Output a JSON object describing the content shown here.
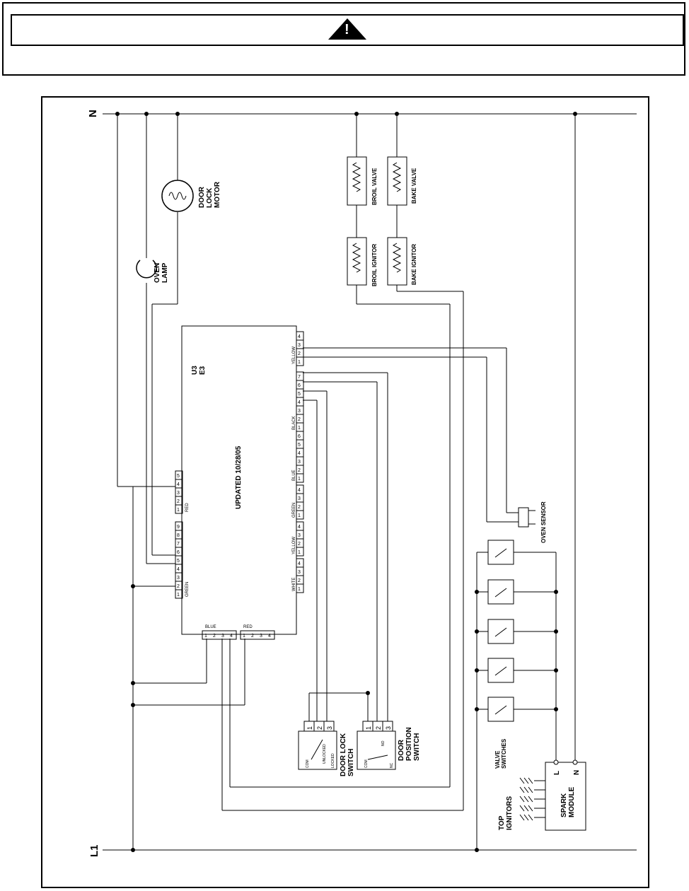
{
  "warning": {
    "symbol": "!"
  },
  "diagram": {
    "rails": {
      "neutral": "N",
      "line": "L1"
    },
    "components": {
      "oven_lamp": "OVEN\nLAMP",
      "door_lock_motor": "DOOR\nLOCK\nMOTOR",
      "broil_valve": "BROIL VALVE",
      "bake_valve": "BAKE VALVE",
      "broil_ignitor": "BROIL IGNITOR",
      "bake_ignitor": "BAKE IGNITOR",
      "oven_sensor": "OVEN SENSOR",
      "door_lock_switch": "DOOR LOCK\nSWITCH",
      "door_position_switch": "DOOR\nPOSITION\nSWITCH",
      "valve_switches": "VALVE\nSWITCHES",
      "top_ignitors": "TOP\nIGNITORS",
      "spark_module": "SPARK\nMODULE",
      "spark_module_terminals": [
        "L",
        "N"
      ]
    },
    "control_board": {
      "id": "U3\nE3",
      "updated": "UPDATED 10/28/05",
      "connectors": [
        {
          "label": "YELLOW",
          "pins": [
            "1",
            "2",
            "3",
            "4"
          ]
        },
        {
          "label": "BLACK",
          "pins": [
            "1",
            "2",
            "3",
            "4",
            "5",
            "6",
            "7"
          ]
        },
        {
          "label": "BLUE",
          "pins": [
            "1",
            "2",
            "3",
            "4",
            "5",
            "6"
          ]
        },
        {
          "label": "GREEN",
          "pins": [
            "1",
            "2",
            "3",
            "4"
          ]
        },
        {
          "label": "YELLOW",
          "pins": [
            "1",
            "2",
            "3",
            "4"
          ]
        },
        {
          "label": "WHITE",
          "pins": [
            "1",
            "2",
            "3",
            "4"
          ]
        },
        {
          "label": "RED",
          "pins": [
            "1",
            "2",
            "3",
            "4",
            "5"
          ]
        },
        {
          "label": "GREEN",
          "pins": [
            "1",
            "2",
            "3",
            "4",
            "5",
            "6",
            "7",
            "8",
            "9"
          ]
        },
        {
          "label": "BLUE",
          "pins": [
            "1",
            "2",
            "3",
            "4"
          ]
        },
        {
          "label": "RED",
          "pins": [
            "1",
            "2",
            "3",
            "4"
          ]
        }
      ]
    },
    "door_lock_switch_pins": [
      "1",
      "2",
      "3"
    ],
    "door_lock_switch_contacts": [
      "COM",
      "UNLOCKED",
      "LOCKED"
    ],
    "door_position_switch_pins": [
      "1",
      "2",
      "3"
    ],
    "door_position_switch_contacts": [
      "COM",
      "NO",
      "NC"
    ]
  }
}
